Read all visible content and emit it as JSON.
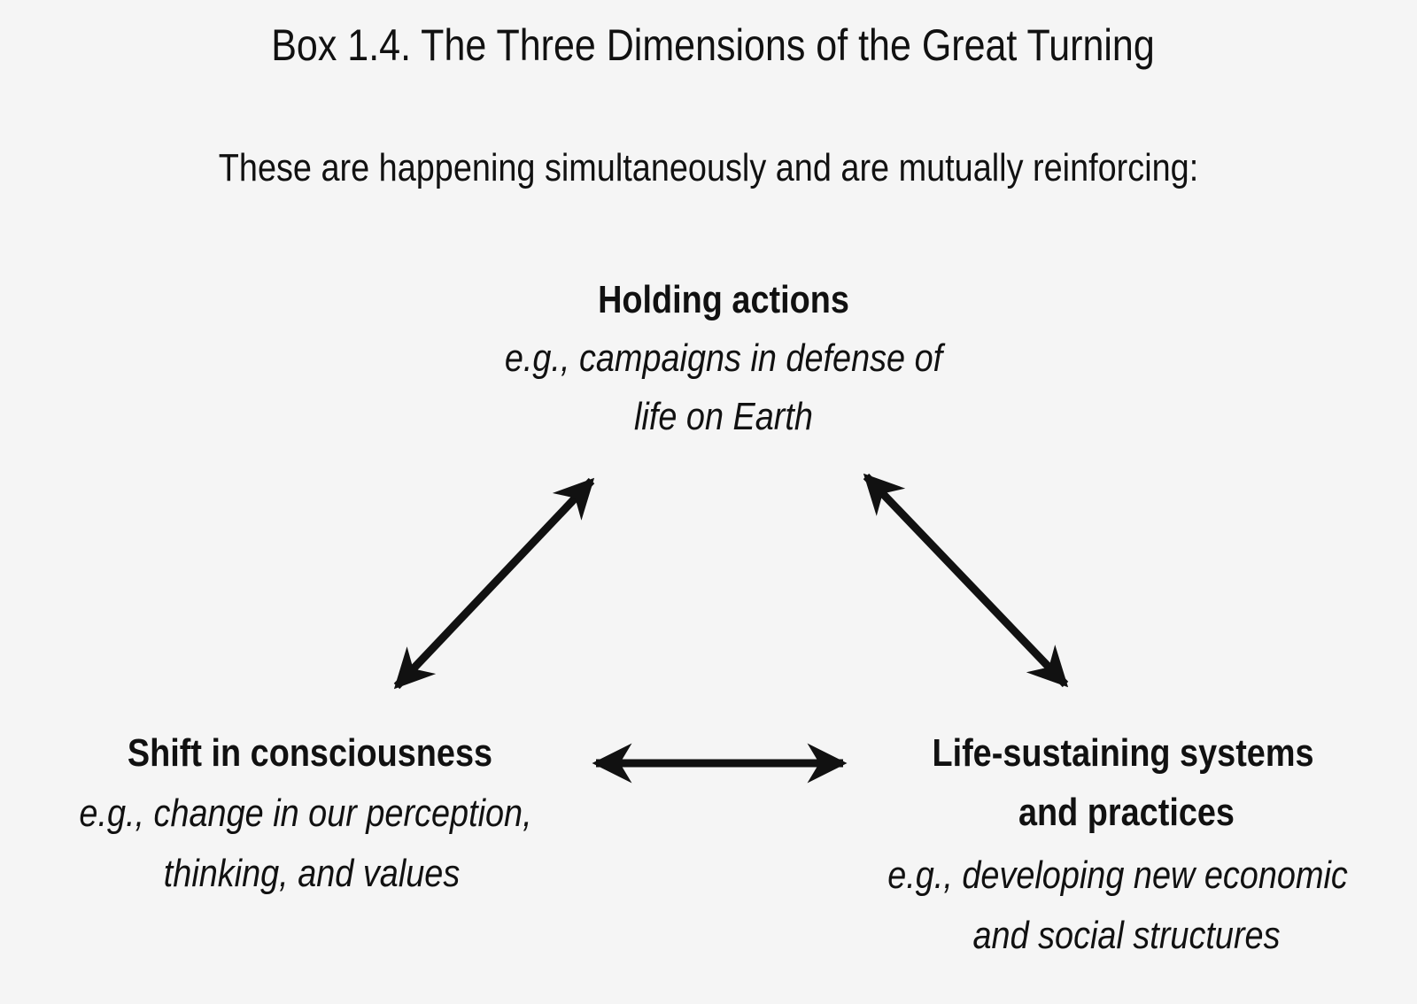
{
  "title": "Box 1.4. The Three Dimensions of the Great Turning",
  "subtitle": "These are happening simultaneously and are mutually reinforcing:",
  "nodes": {
    "top": {
      "heading": "Holding actions",
      "example_lines": [
        "e.g., campaigns in defense of",
        "life on Earth"
      ]
    },
    "left": {
      "heading": "Shift in consciousness",
      "example_lines": [
        "e.g., change in our perception,",
        "thinking, and values"
      ]
    },
    "right": {
      "heading_lines": [
        "Life-sustaining systems",
        "and practices"
      ],
      "example_lines": [
        "e.g., developing new economic",
        "and social structures"
      ]
    }
  },
  "colors": {
    "background": "#f5f5f5",
    "text": "#111111",
    "arrow": "#111111"
  }
}
